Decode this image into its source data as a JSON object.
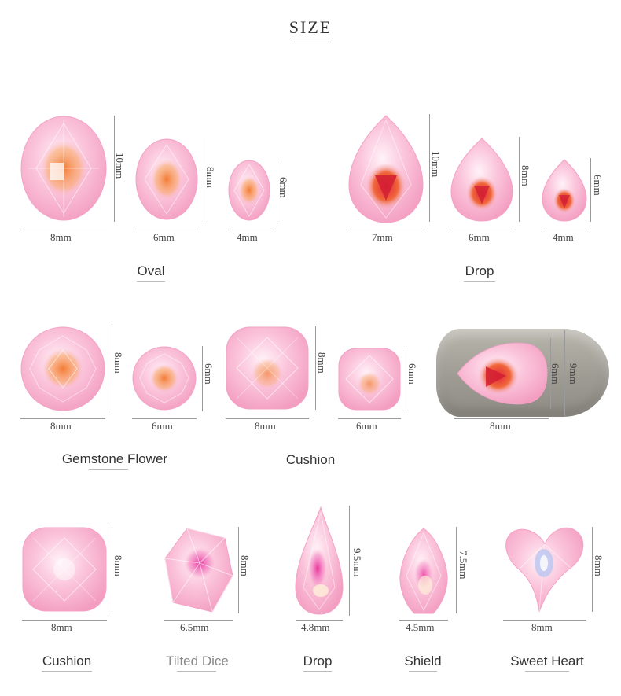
{
  "page_title": "SIZE",
  "colors": {
    "gem_pink": "#f6b8d2",
    "gem_light": "#fde6f0",
    "gem_orange": "#ef6a3a",
    "gem_red": "#d8283a",
    "nail_gray": "#a8a59d"
  },
  "groups": [
    {
      "label": "Oval",
      "sizes": [
        {
          "w": "8mm",
          "h": "10mm"
        },
        {
          "w": "6mm",
          "h": "8mm"
        },
        {
          "w": "4mm",
          "h": "6mm"
        }
      ]
    },
    {
      "label": "Drop",
      "sizes": [
        {
          "w": "7mm",
          "h": "10mm"
        },
        {
          "w": "6mm",
          "h": "8mm"
        },
        {
          "w": "4mm",
          "h": "6mm"
        }
      ]
    },
    {
      "label": "Gemstone Flower",
      "sizes": [
        {
          "w": "8mm",
          "h": "8mm"
        },
        {
          "w": "6mm",
          "h": "6mm"
        }
      ]
    },
    {
      "label": "Cushion",
      "sizes": [
        {
          "w": "8mm",
          "h": "8mm"
        },
        {
          "w": "6mm",
          "h": "6mm"
        }
      ]
    },
    {
      "label": "",
      "nail_example": true,
      "sizes": [
        {
          "w": "8mm",
          "h": "6mm",
          "nail_h": "9mm"
        }
      ]
    }
  ],
  "bottom_row": [
    {
      "label": "Cushion",
      "w": "8mm",
      "h": "8mm"
    },
    {
      "label": "Tilted Dice",
      "w": "6.5mm",
      "h": "8mm"
    },
    {
      "label": "Drop",
      "w": "4.8mm",
      "h": "9.5mm"
    },
    {
      "label": "Shield",
      "w": "4.5mm",
      "h": "7.5mm"
    },
    {
      "label": "Sweet Heart",
      "w": "8mm",
      "h": "8mm"
    }
  ]
}
